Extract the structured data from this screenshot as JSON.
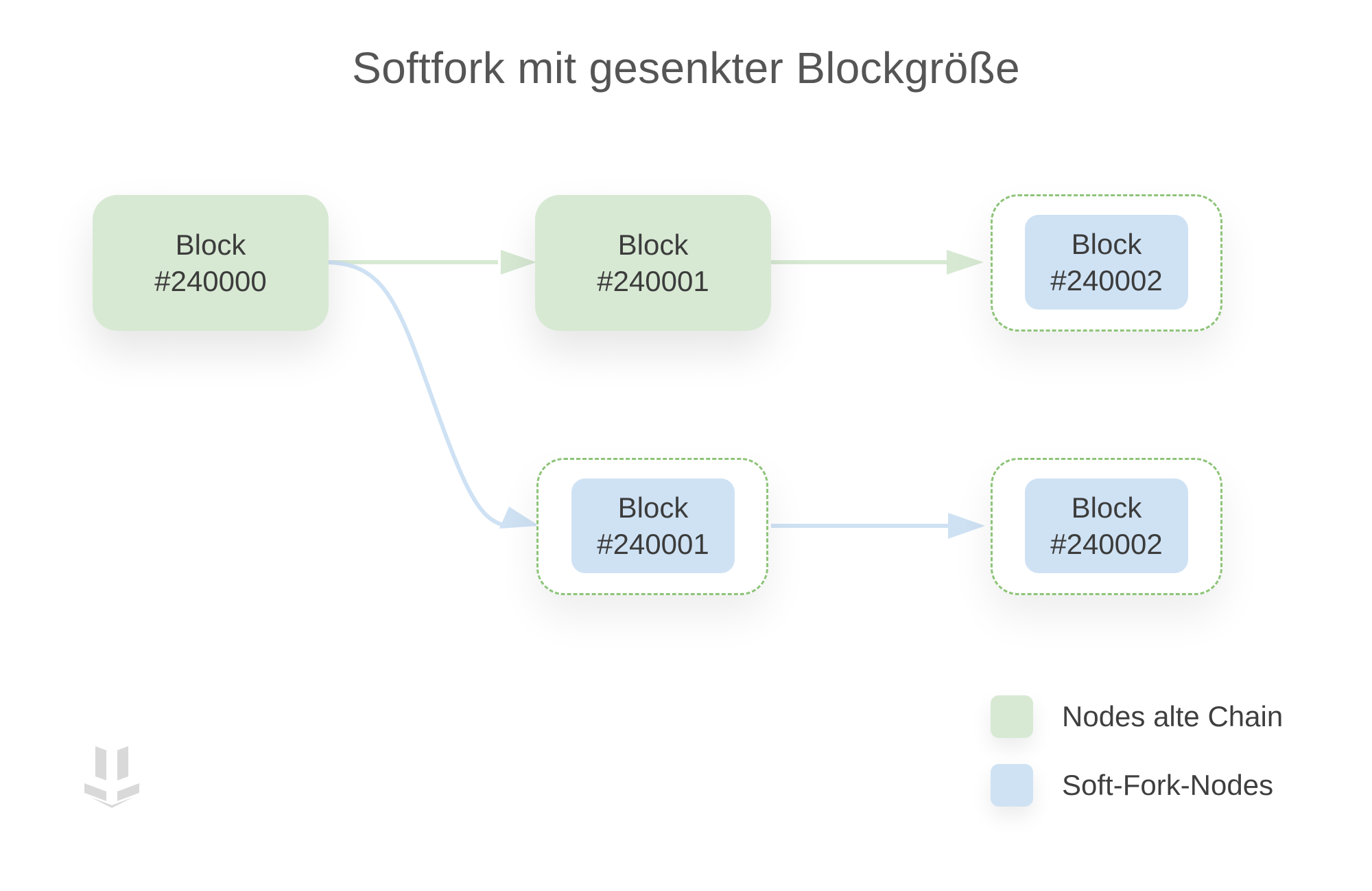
{
  "title": "Softfork mit gesenkter Blockgröße",
  "blocks": {
    "genesis": {
      "line1": "Block",
      "line2": "#240000"
    },
    "old_1": {
      "line1": "Block",
      "line2": "#240001"
    },
    "old_2": {
      "line1": "Block",
      "line2": "#240002"
    },
    "soft_1": {
      "line1": "Block",
      "line2": "#240001"
    },
    "soft_2": {
      "line1": "Block",
      "line2": "#240002"
    }
  },
  "legend": [
    {
      "label": "Nodes alte Chain",
      "color": "#d7e9d3"
    },
    {
      "label": "Soft-Fork-Nodes",
      "color": "#cfe2f4"
    }
  ],
  "colors": {
    "old_chain": "#d7e9d3",
    "soft_fork": "#cfe2f4",
    "dashed_border": "#8ec479",
    "logo": "#d9d9d9"
  },
  "icons": {
    "logo": "logo-icon"
  }
}
